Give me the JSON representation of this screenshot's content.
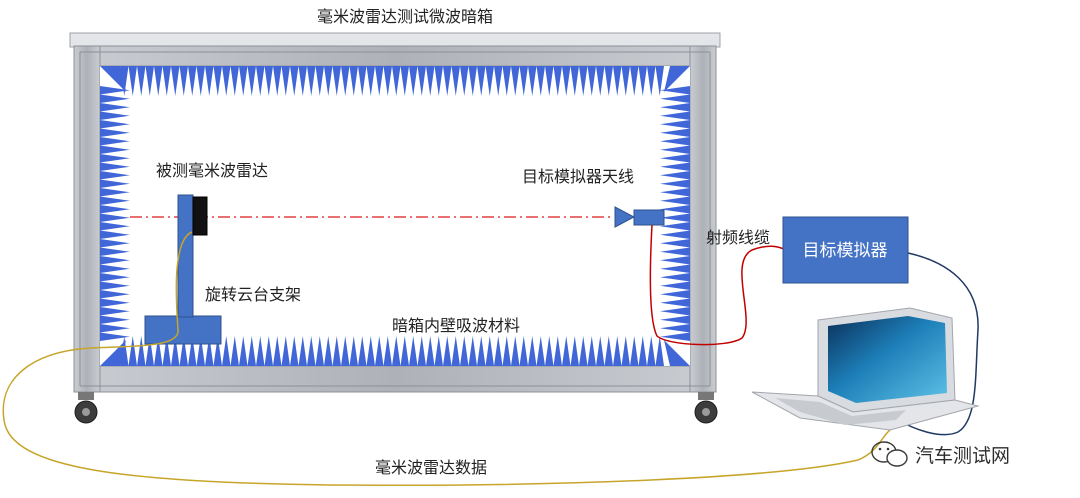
{
  "title": "毫米波雷达测试微波暗箱",
  "labels": {
    "radar": "被测毫米波雷达",
    "target_antenna": "目标模拟器天线",
    "rf_cable": "射频线缆",
    "gimbal": "旋转云台支架",
    "absorber": "暗箱内壁吸波材料",
    "radar_data": "毫米波雷达数据"
  },
  "simulator_box": {
    "label": "目标模拟器"
  },
  "watermark": {
    "text": "汽车测试网"
  },
  "colors": {
    "frame": "#b9bcc1",
    "absorber": "#4166d8",
    "equipment": "#4472c4",
    "rf_cable": "#c00000",
    "data_cable": "#c7a52b",
    "usb_cable": "#1f3864",
    "beam_line": "#e04040"
  }
}
